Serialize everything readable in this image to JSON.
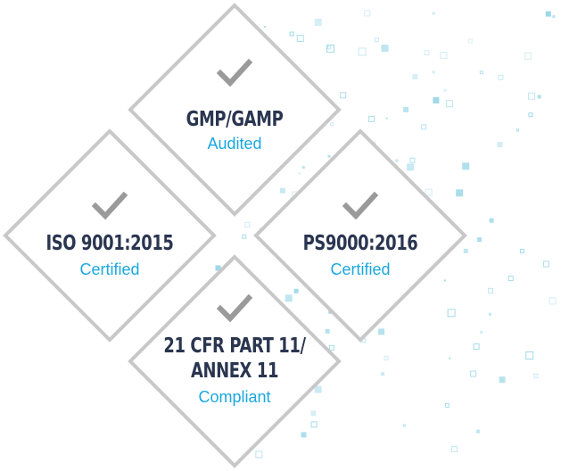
{
  "badges": [
    {
      "title": "GMP/GAMP",
      "subtitle": "Audited"
    },
    {
      "title": "ISO 9001:2015",
      "subtitle": "Certified"
    },
    {
      "title": "PS9000:2016",
      "subtitle": "Certified"
    },
    {
      "title_line1": "21 CFR PART 11/",
      "title_line2": "ANNEX 11",
      "subtitle": "Compliant"
    }
  ],
  "colors": {
    "frame": "#c8c8c8",
    "title": "#2a3550",
    "subtitle": "#1aa7e0",
    "check": "#9a9a9a",
    "particle": "#8fd3e6"
  },
  "icons": [
    "checkmark-icon"
  ]
}
